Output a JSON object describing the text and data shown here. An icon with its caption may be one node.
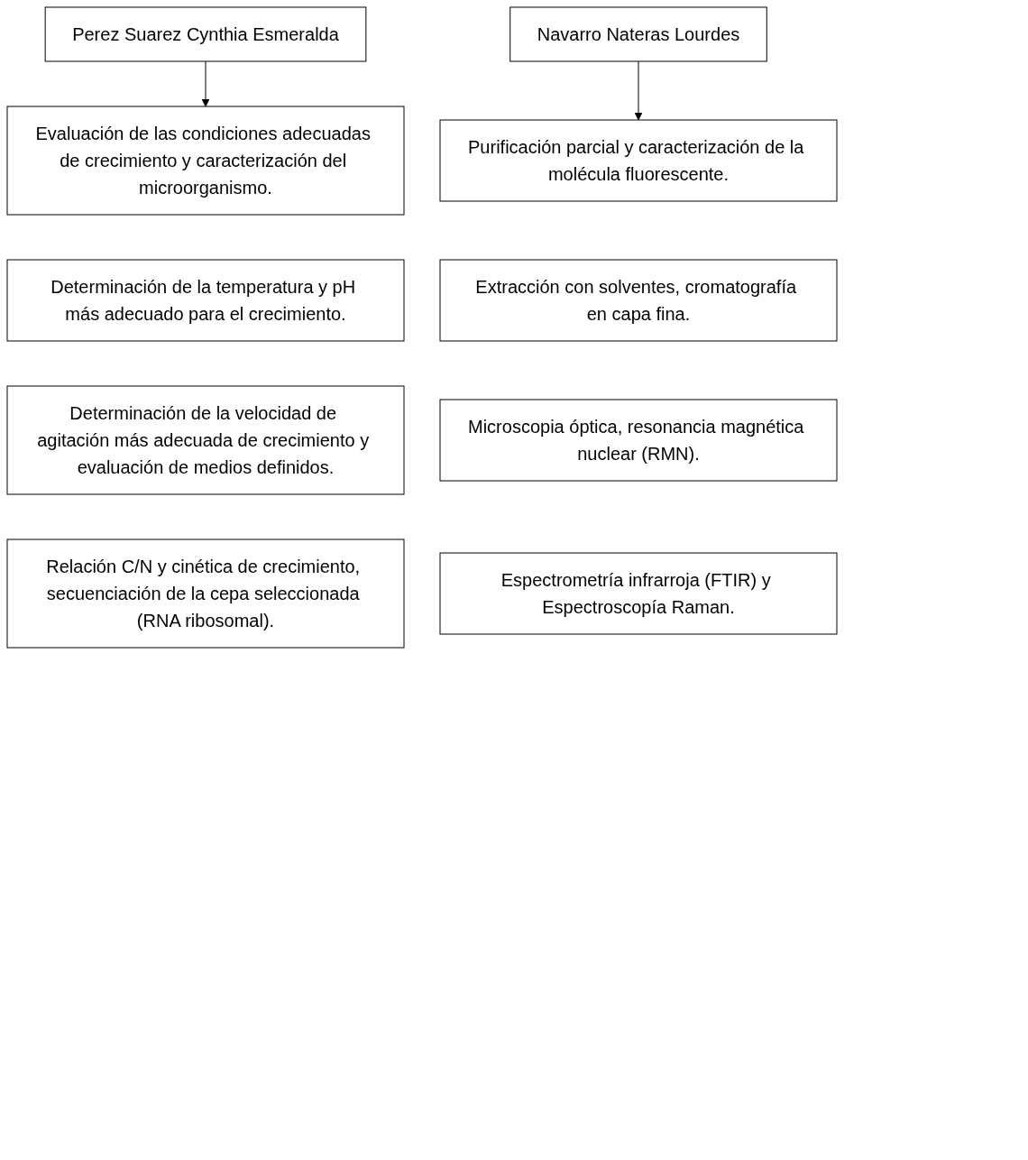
{
  "diagram": {
    "nodes": [
      {
        "text": [
          "Perez Suarez Cynthia Esmeralda"
        ]
      },
      {
        "text": [
          "Navarro Nateras Lourdes"
        ]
      },
      {
        "text": [
          "Evaluación de las condiciones adecuadas de crecimiento y caracterización del microorganismo."
        ]
      },
      {
        "text": [
          "Purificación parcial y caracterización de la molécula fluorescente."
        ]
      },
      {
        "text": [
          "Determinación de la temperatura y pH más adecuado para el crecimiento."
        ]
      },
      {
        "text": [
          "Extracción con solventes, cromatografía en capa fina."
        ]
      },
      {
        "text": [
          "Determinación de la velocidad de agitación más adecuada de crecimiento y evaluación de medios definidos."
        ]
      },
      {
        "text": [
          "Microscopia óptica, resonancia magnética nuclear (RMN)."
        ]
      },
      {
        "text": [
          "Relación C/N y cinética de crecimiento, secuenciación de la cepa seleccionada (RNA ribosomal)."
        ]
      },
      {
        "text": [
          "Espectrometría infrarroja (FTIR) y Espectroscopía Raman."
        ]
      }
    ],
    "edges": [
      {
        "from": 0,
        "to": 2,
        "arrow": "to"
      },
      {
        "from": 1,
        "to": 3,
        "arrow": "to"
      }
    ]
  }
}
